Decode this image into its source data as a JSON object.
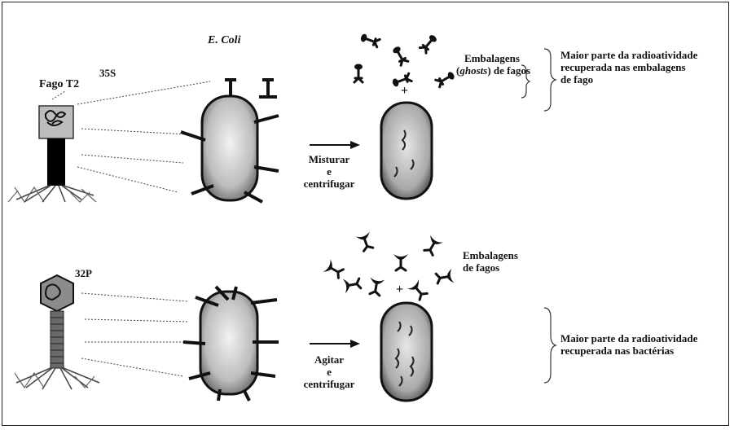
{
  "top": {
    "phage_label": "Fago T2",
    "isotope_label": "35S",
    "bacterium_label": "E. Coli",
    "action_line1": "Misturar",
    "action_line2": "e",
    "action_line3": "centrifugar",
    "ghosts_line1": "Embalagens",
    "ghosts_italic": "ghosts",
    "ghosts_line2_rest": " de fagos",
    "ghosts_open": "(",
    "ghosts_close": ")",
    "plus": "+",
    "result_line1": "Maior  parte da radioatividade",
    "result_line2": "recuperada nas embalagens",
    "result_line3": "de fago"
  },
  "bottom": {
    "isotope_label": "32P",
    "action_line1": "Agitar",
    "action_line2": "e",
    "action_line3": "centrifugar",
    "ghosts_line1": "Embalagens",
    "ghosts_line2": "de fagos",
    "plus": "+",
    "result_line1": "Maior  parte da radioatividade",
    "result_line2": "recuperada nas bactérias"
  },
  "colors": {
    "ink": "#111111",
    "bacterium_fill": "#d9d9d9",
    "phage_head_top": "#bdbdbd",
    "phage_tail_top": "#000000"
  }
}
